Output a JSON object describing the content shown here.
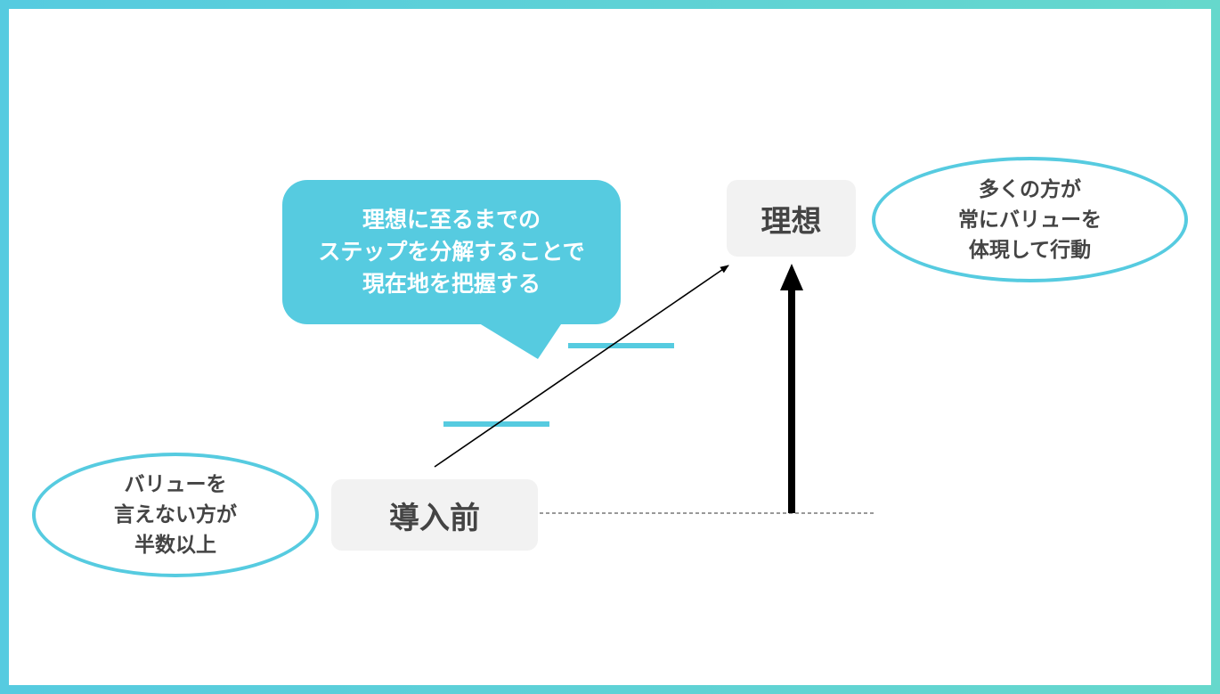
{
  "colors": {
    "accent": "#56cbe0",
    "box_bg": "#f2f2f2",
    "text": "#444444"
  },
  "diagram": {
    "start_box": {
      "label": "導入前"
    },
    "goal_box": {
      "label": "理想"
    },
    "start_note": {
      "lines": [
        "バリューを",
        "言えない方が",
        "半数以上"
      ]
    },
    "goal_note": {
      "lines": [
        "多くの方が",
        "常にバリューを",
        "体現して行動"
      ]
    },
    "callout": {
      "lines": [
        "理想に至るまでの",
        "ステップを分解することで",
        "現在地を把握する"
      ]
    }
  }
}
